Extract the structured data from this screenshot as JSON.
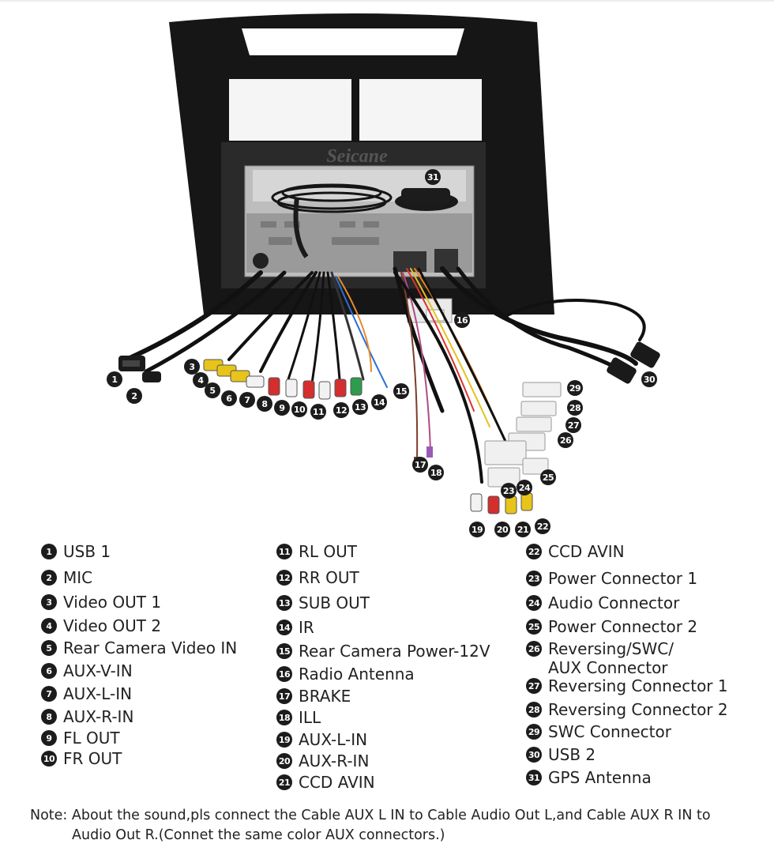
{
  "watermark": "Seicane",
  "callouts": [
    "1",
    "2",
    "3",
    "4",
    "5",
    "6",
    "7",
    "8",
    "9",
    "10",
    "11",
    "12",
    "13",
    "14",
    "15",
    "16",
    "17",
    "18",
    "19",
    "20",
    "21",
    "22",
    "23",
    "24",
    "25",
    "26",
    "27",
    "28",
    "29",
    "30",
    "31"
  ],
  "legend": {
    "col1": [
      {
        "n": "1",
        "label": "USB 1"
      },
      {
        "n": "2",
        "label": "MIC"
      },
      {
        "n": "3",
        "label": "Video OUT 1"
      },
      {
        "n": "4",
        "label": "Video OUT 2"
      },
      {
        "n": "5",
        "label": "Rear Camera Video IN"
      },
      {
        "n": "6",
        "label": "AUX-V-IN"
      },
      {
        "n": "7",
        "label": "AUX-L-IN"
      },
      {
        "n": "8",
        "label": "AUX-R-IN"
      },
      {
        "n": "9",
        "label": "FL OUT"
      },
      {
        "n": "10",
        "label": "FR OUT"
      }
    ],
    "col2": [
      {
        "n": "11",
        "label": "RL OUT"
      },
      {
        "n": "12",
        "label": "RR OUT"
      },
      {
        "n": "13",
        "label": "SUB OUT"
      },
      {
        "n": "14",
        "label": "IR"
      },
      {
        "n": "15",
        "label": "Rear Camera Power-12V"
      },
      {
        "n": "16",
        "label": "Radio Antenna"
      },
      {
        "n": "17",
        "label": "BRAKE"
      },
      {
        "n": "18",
        "label": "ILL"
      },
      {
        "n": "19",
        "label": "AUX-L-IN"
      },
      {
        "n": "20",
        "label": "AUX-R-IN"
      },
      {
        "n": "21",
        "label": "CCD AVIN"
      }
    ],
    "col3": [
      {
        "n": "22",
        "label": "CCD AVIN"
      },
      {
        "n": "23",
        "label": "Power Connector 1"
      },
      {
        "n": "24",
        "label": "Audio Connector"
      },
      {
        "n": "25",
        "label": "Power Connector 2"
      },
      {
        "n": "26",
        "label": "Reversing/SWC/",
        "label2": "AUX Connector"
      },
      {
        "n": "27",
        "label": "Reversing Connector 1"
      },
      {
        "n": "28",
        "label": "Reversing Connector 2"
      },
      {
        "n": "29",
        "label": "SWC Connector"
      },
      {
        "n": "30",
        "label": "USB 2"
      },
      {
        "n": "31",
        "label": "GPS Antenna"
      }
    ]
  },
  "note": {
    "line1": "Note: About the sound,pls connect the Cable AUX L IN to Cable Audio Out L,and Cable AUX R IN to",
    "line2": "Audio Out R.(Connet the same color AUX connectors.)"
  }
}
